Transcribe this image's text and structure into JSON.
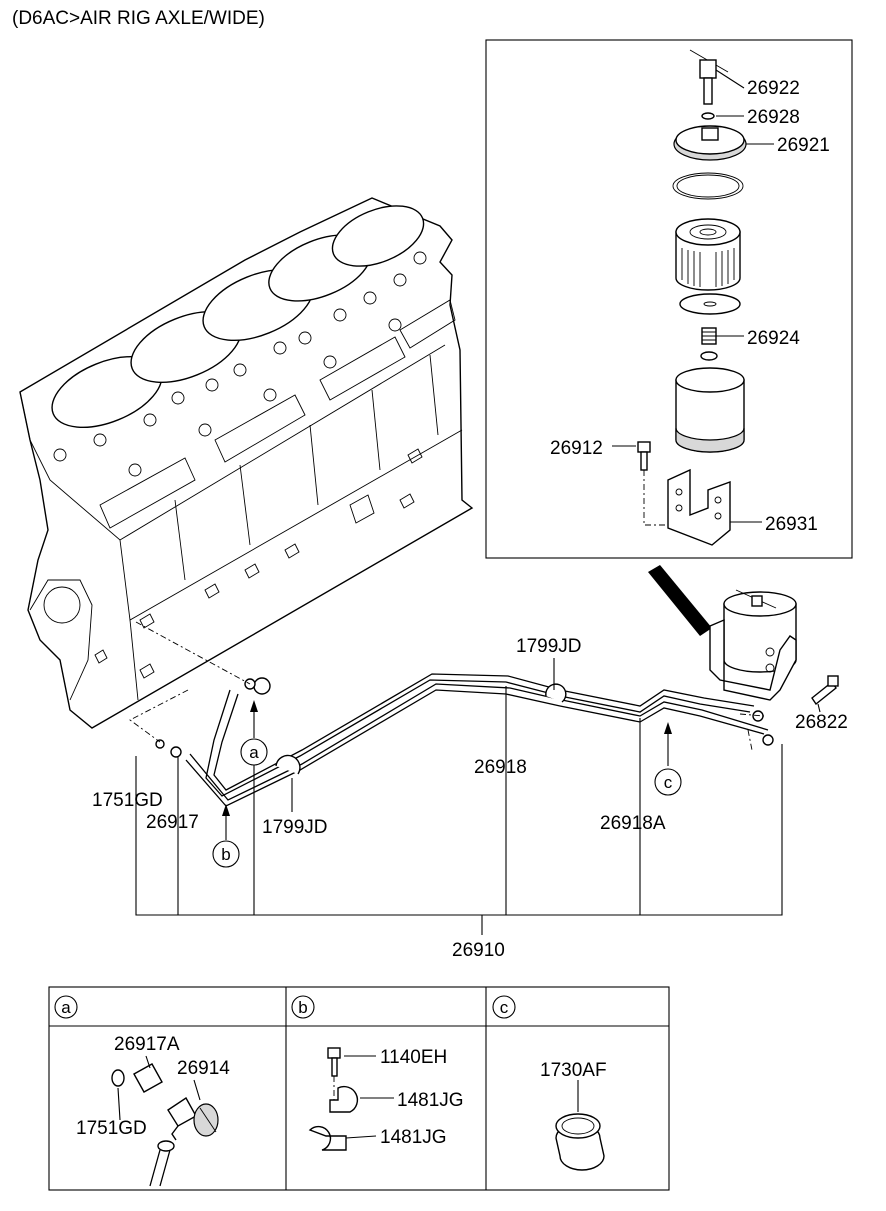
{
  "title": "(D6AC>AIR RIG AXLE/WIDE)",
  "filter_parts": {
    "p26922": "26922",
    "p26928": "26928",
    "p26921": "26921",
    "p26924": "26924",
    "p26912": "26912",
    "p26931": "26931"
  },
  "main_parts": {
    "p26822": "26822",
    "p1799JD_top": "1799JD",
    "p26918": "26918",
    "p26918A": "26918A",
    "p1751GD": "1751GD",
    "p26917": "26917",
    "p1799JD_low": "1799JD",
    "p26910": "26910"
  },
  "callouts": {
    "a": "a",
    "b": "b",
    "c": "c"
  },
  "detail_a": {
    "key": "a",
    "p26917A": "26917A",
    "p26914": "26914",
    "p1751GD": "1751GD"
  },
  "detail_b": {
    "key": "b",
    "p1140EH": "1140EH",
    "p1481JG_1": "1481JG",
    "p1481JG_2": "1481JG"
  },
  "detail_c": {
    "key": "c",
    "p1730AF": "1730AF"
  }
}
